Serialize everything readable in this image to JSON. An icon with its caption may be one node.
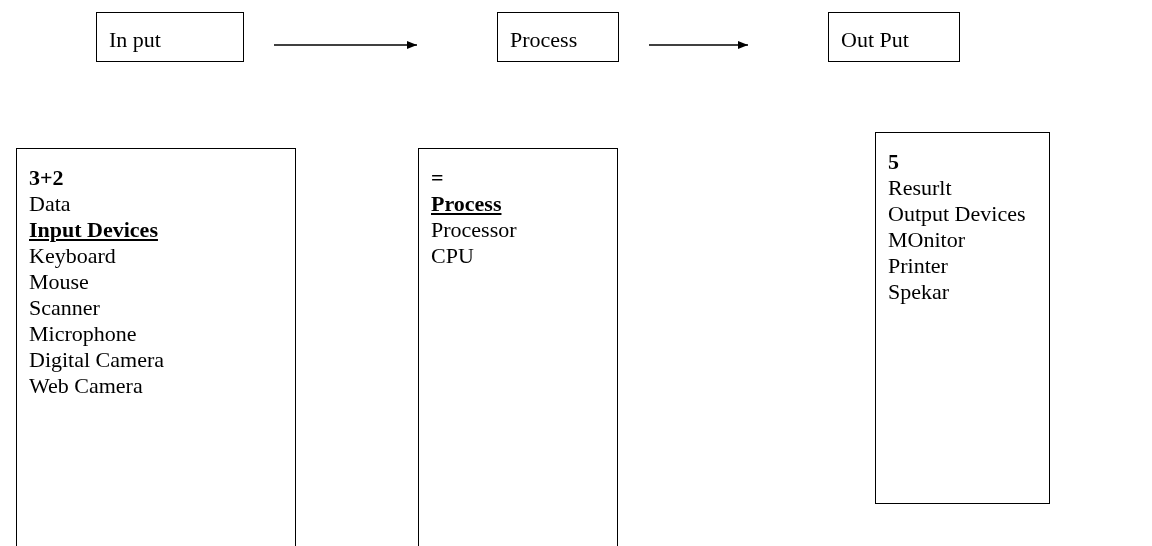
{
  "diagram": {
    "nodes": [
      {
        "text": [
          "In put"
        ]
      },
      {
        "text": [
          "Process"
        ]
      },
      {
        "text": [
          "Out Put"
        ]
      },
      {
        "text": [
          "3+2",
          "Data",
          "Input Devices",
          "Keyboard",
          "Mouse",
          "Scanner",
          "Microphone",
          "Digital Camera",
          "Web Camera"
        ]
      },
      {
        "text": [
          "=",
          "Process",
          "Processor",
          "CPU"
        ]
      },
      {
        "text": [
          "5",
          "Resurlt",
          "Output Devices",
          "MOnitor",
          "Printer",
          "Spekar"
        ]
      }
    ],
    "edges": [
      {
        "from": 0,
        "to": 1,
        "arrow": "to"
      },
      {
        "from": 1,
        "to": 2,
        "arrow": "to"
      }
    ]
  }
}
